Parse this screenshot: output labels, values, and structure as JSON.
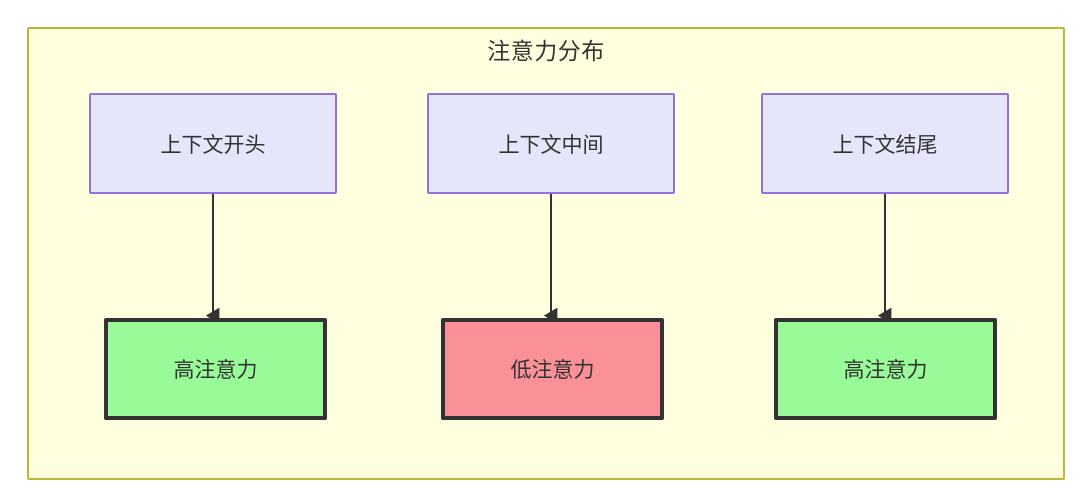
{
  "diagram": {
    "title": "注意力分布",
    "background_color": "#ffffe0",
    "border_color": "#bdb838",
    "nodes": {
      "top": [
        {
          "id": "context-start",
          "label": "上下文开头",
          "fill": "#e6e6fa",
          "stroke": "#9370db"
        },
        {
          "id": "context-middle",
          "label": "上下文中间",
          "fill": "#e6e6fa",
          "stroke": "#9370db"
        },
        {
          "id": "context-end",
          "label": "上下文结尾",
          "fill": "#e6e6fa",
          "stroke": "#9370db"
        }
      ],
      "bottom": [
        {
          "id": "high-attention-left",
          "label": "高注意力",
          "fill": "#98fb98",
          "stroke": "#333333"
        },
        {
          "id": "low-attention-middle",
          "label": "低注意力",
          "fill": "#fa9098",
          "stroke": "#333333"
        },
        {
          "id": "high-attention-right",
          "label": "高注意力",
          "fill": "#98fb98",
          "stroke": "#333333"
        }
      ]
    },
    "edges": [
      {
        "from": "context-start",
        "to": "high-attention-left",
        "label": ""
      },
      {
        "from": "context-middle",
        "to": "low-attention-middle",
        "label": ""
      },
      {
        "from": "context-end",
        "to": "high-attention-right",
        "label": ""
      }
    ],
    "edge_color": "#333333"
  }
}
